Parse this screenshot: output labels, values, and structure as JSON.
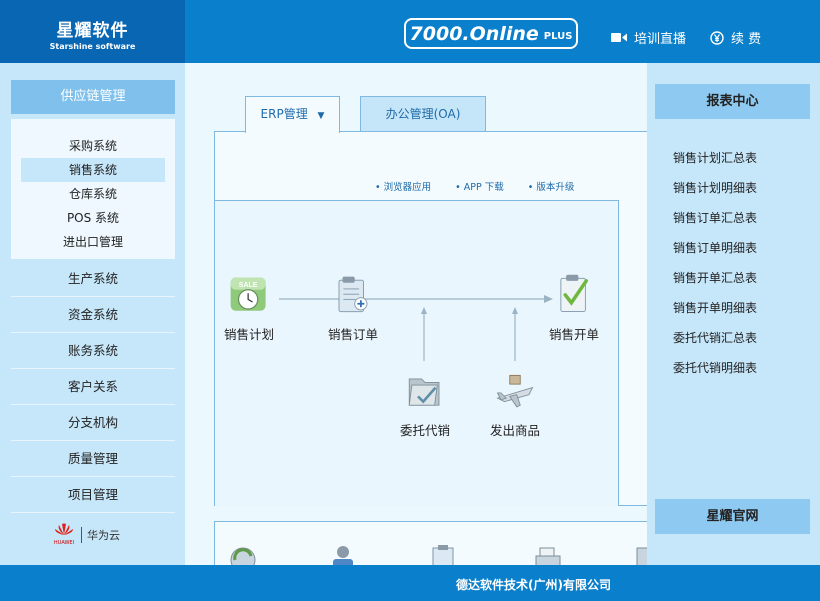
{
  "header": {
    "logo_cn": "星耀软件",
    "logo_en": "Starshine software",
    "product_name": "7000.Online",
    "product_plus": "PLUS",
    "training_label": "培训直播",
    "renew_label": "续 费",
    "training_icon": "video-camera-icon",
    "renew_icon": "yen-coin-icon"
  },
  "sidebar": {
    "section_title": "供应链管理",
    "sub_items": [
      "采购系统",
      "销售系统",
      "仓库系统",
      "POS 系统",
      "进出口管理"
    ],
    "active_sub": "销售系统",
    "menu": [
      "生产系统",
      "资金系统",
      "账务系统",
      "客户关系",
      "分支机构",
      "质量管理",
      "项目管理"
    ],
    "partner_brand": "HUAWEI",
    "partner_label": "华为云"
  },
  "main": {
    "tabs": [
      {
        "label": "ERP管理",
        "active": true,
        "icon": "triangle-down-icon"
      },
      {
        "label": "办公管理(OA)",
        "active": false
      }
    ],
    "links": [
      "浏览器应用",
      "APP 下载",
      "版本升级"
    ],
    "flow": {
      "sales_plan": "销售计划",
      "sales_order": "销售订单",
      "sales_invoice": "销售开单",
      "consignment": "委托代销",
      "shipping": "发出商品",
      "sale_badge": "SALE"
    }
  },
  "reports": {
    "title": "报表中心",
    "items": [
      "销售计划汇总表",
      "销售计划明细表",
      "销售订单汇总表",
      "销售订单明细表",
      "销售开单汇总表",
      "销售开单明细表",
      "委托代销汇总表",
      "委托代销明细表"
    ],
    "official_site": "星耀官网"
  },
  "footer": {
    "company": "德达软件技术(广州)有限公司"
  },
  "colors": {
    "header_blue": "#0a7fcb",
    "logo_blue": "#0866b3",
    "sidebar_bg": "#c6e6f9",
    "tab_text": "#1f6aa8"
  }
}
